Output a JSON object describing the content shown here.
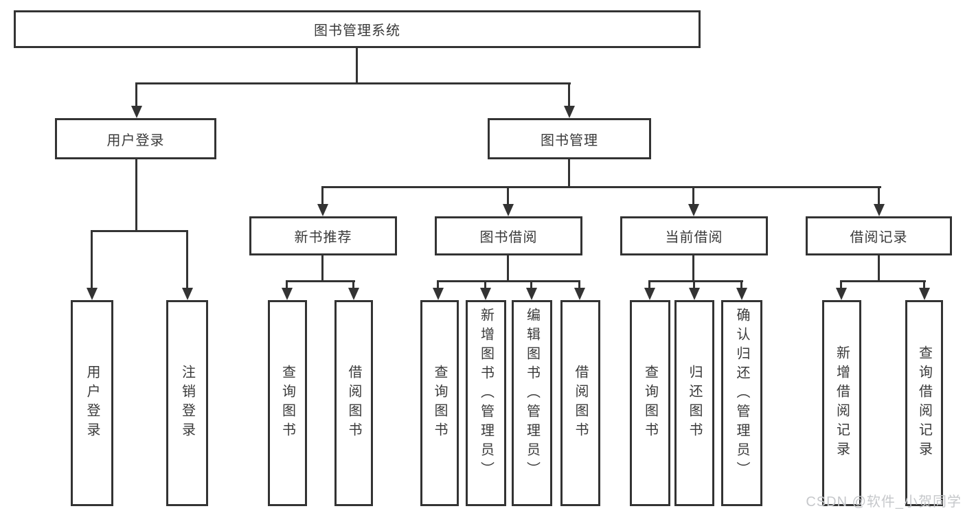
{
  "diagram": {
    "root": {
      "label": "图书管理系统"
    },
    "level2": [
      {
        "label": "用户登录"
      },
      {
        "label": "图书管理"
      }
    ],
    "level3": [
      {
        "label": "新书推荐"
      },
      {
        "label": "图书借阅"
      },
      {
        "label": "当前借阅"
      },
      {
        "label": "借阅记录"
      }
    ],
    "leaves": {
      "user_login": [
        {
          "label": "用户登录"
        },
        {
          "label": "注销登录"
        }
      ],
      "new_book": [
        {
          "label": "查询图书"
        },
        {
          "label": "借阅图书"
        }
      ],
      "book_borrow": [
        {
          "label": "查询图书"
        },
        {
          "label": "新增图书（管理员）"
        },
        {
          "label": "编辑图书（管理员）"
        },
        {
          "label": "借阅图书"
        }
      ],
      "current_borrow": [
        {
          "label": "查询图书"
        },
        {
          "label": "归还图书"
        },
        {
          "label": "确认归还（管理员）"
        }
      ],
      "borrow_record": [
        {
          "label": "新增借阅记录"
        },
        {
          "label": "查询借阅记录"
        }
      ]
    }
  },
  "watermark": "CSDN @软件_小贺同学",
  "colors": {
    "line": "#333333",
    "text": "#3a3a3a",
    "watermark": "#c6c8cb",
    "background": "#ffffff"
  }
}
